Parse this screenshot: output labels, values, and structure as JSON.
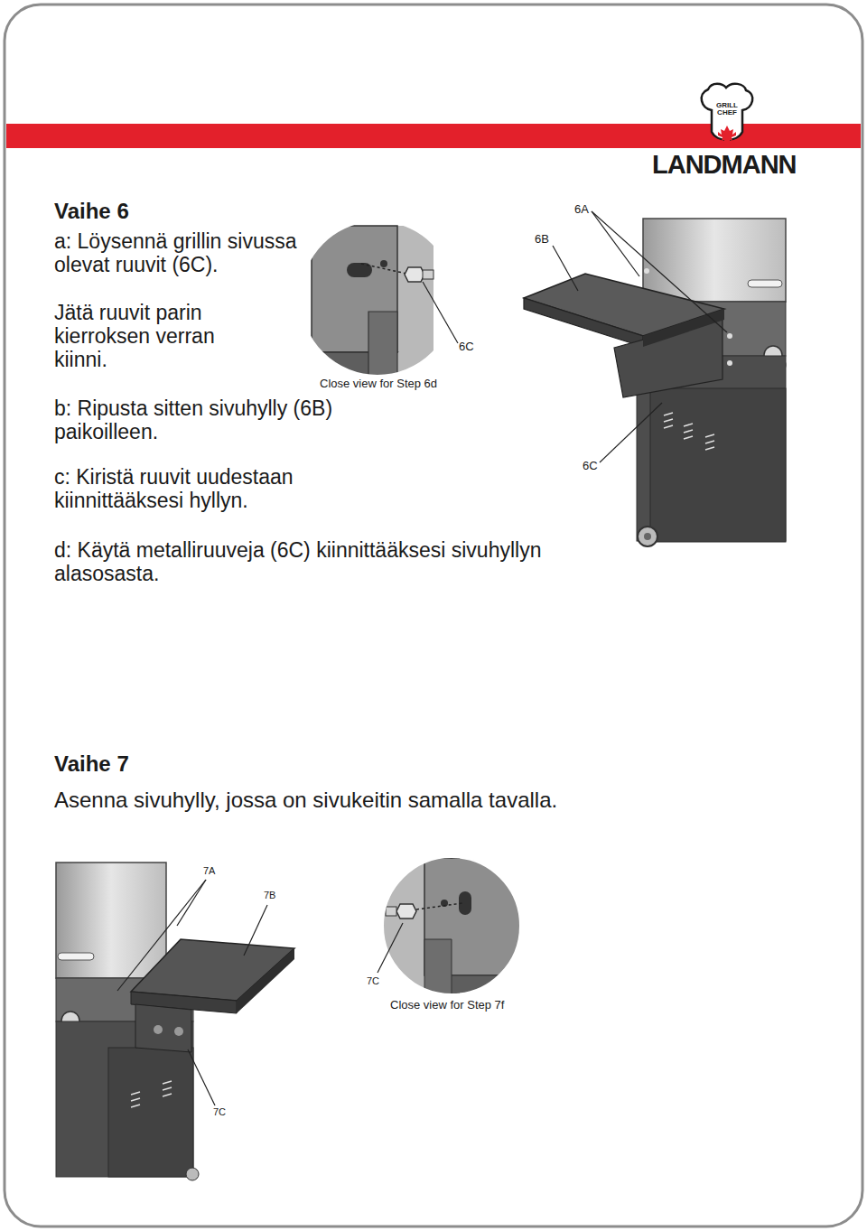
{
  "diagram": {
    "labels": [
      "GRILL CHEF",
      "LANDMANN",
      "Vaihe 6",
      "a: Löysennä grillin sivussa olevat ruuvit (6C).",
      "Jätä ruuvit parin kierroksen verran kiinni.",
      "b: Ripusta sitten sivuhylly (6B) paikoilleen.",
      "c: Kiristä ruuvit uudestaan kiinnittääksesi hyllyn.",
      "d: Käytä metalliruuveja (6C) kiinnittääksesi sivuhyllyn alasosasta.",
      "6C",
      "Close view for Step 6d",
      "6A",
      "6B",
      "6C",
      "Vaihe 7",
      "Asenna sivuhylly, jossa on sivukeitin samalla tavalla.",
      "7A",
      "7B",
      "7C",
      "7C",
      "Close view for Step 7f"
    ]
  }
}
